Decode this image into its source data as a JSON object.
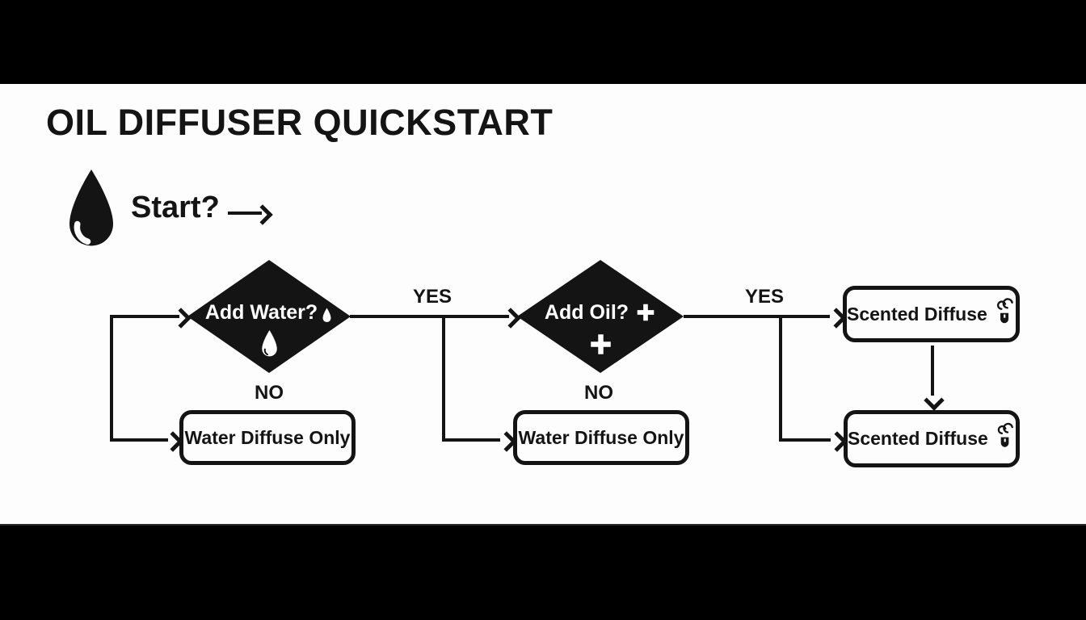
{
  "title": "OIL DIFFUSER QUICKSTART",
  "start": {
    "label": "Start?"
  },
  "decisions": [
    {
      "id": "add-water",
      "label": "Add Water?",
      "inline_icon": "water-drop-icon",
      "body_icon": "water-drop-icon"
    },
    {
      "id": "add-oil",
      "label": "Add Oil?",
      "inline_icon": "plus-icon",
      "body_icon": "plus-icon"
    }
  ],
  "edges": {
    "yes1": "YES",
    "no1": "NO",
    "yes2": "YES",
    "no2": "NO"
  },
  "boxes": {
    "water1": "Water Diffuse Only",
    "water2": "Water Diffuse Only",
    "scented1": "Scented Diffuse",
    "scented2": "Scented Diffuse"
  },
  "icons": {
    "start_logo": "water-drop-icon",
    "scented_box": "diffuser-steam-icon",
    "start_pointer": "right-arrow-icon"
  },
  "colors": {
    "letterbox": "#000000",
    "canvas": "#fdfdfd",
    "ink": "#141414"
  }
}
